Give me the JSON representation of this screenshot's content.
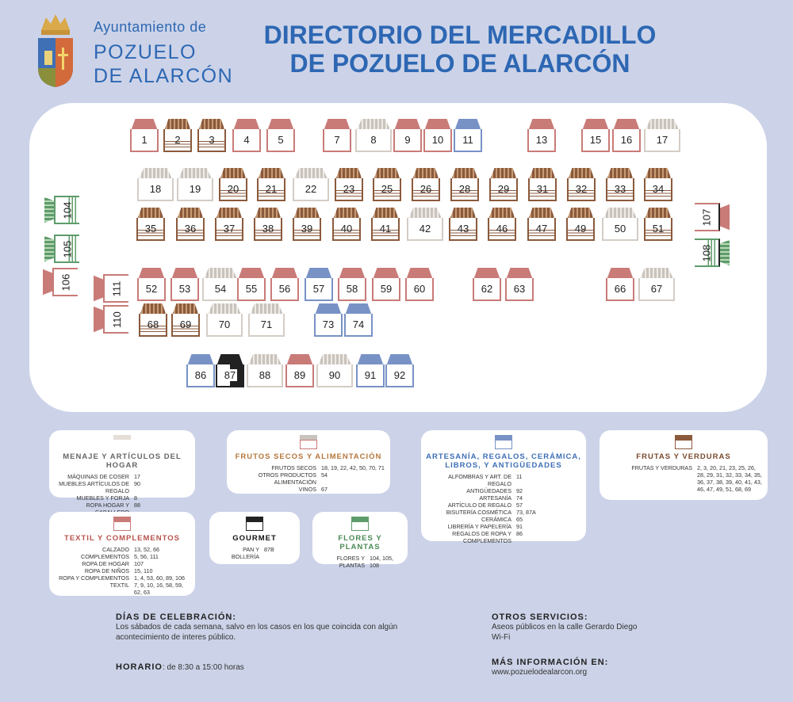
{
  "header": {
    "logo": {
      "line1": "Ayuntamiento de",
      "line2": "POZUELO",
      "line3": "DE ALARCÓN"
    },
    "title_line1": "DIRECTORIO DEL MERCADILLO",
    "title_line2": "DE POZUELO DE ALARCÓN"
  },
  "colors": {
    "red": "#c97b78",
    "blue": "#7892c6",
    "brown": "#8b5a3c",
    "grey": "#c9c3bd",
    "green": "#5e9c6b",
    "black": "#222222",
    "title": "#2d67b3"
  },
  "stalls": [
    {
      "n": "1",
      "c": "red"
    },
    {
      "n": "2",
      "c": "brown"
    },
    {
      "n": "3",
      "c": "brown"
    },
    {
      "n": "4",
      "c": "red"
    },
    {
      "n": "5",
      "c": "red"
    },
    {
      "n": "7",
      "c": "red"
    },
    {
      "n": "8",
      "c": "grey"
    },
    {
      "n": "9",
      "c": "red"
    },
    {
      "n": "10",
      "c": "red"
    },
    {
      "n": "11",
      "c": "blue"
    },
    {
      "n": "13",
      "c": "red"
    },
    {
      "n": "15",
      "c": "red"
    },
    {
      "n": "16",
      "c": "red"
    },
    {
      "n": "17",
      "c": "grey"
    },
    {
      "n": "18",
      "c": "grey"
    },
    {
      "n": "19",
      "c": "grey"
    },
    {
      "n": "20",
      "c": "brown"
    },
    {
      "n": "21",
      "c": "brown"
    },
    {
      "n": "22",
      "c": "grey"
    },
    {
      "n": "23",
      "c": "brown"
    },
    {
      "n": "25",
      "c": "brown"
    },
    {
      "n": "26",
      "c": "brown"
    },
    {
      "n": "28",
      "c": "brown"
    },
    {
      "n": "29",
      "c": "brown"
    },
    {
      "n": "31",
      "c": "brown"
    },
    {
      "n": "32",
      "c": "brown"
    },
    {
      "n": "33",
      "c": "brown"
    },
    {
      "n": "34",
      "c": "brown"
    },
    {
      "n": "35",
      "c": "brown"
    },
    {
      "n": "36",
      "c": "brown"
    },
    {
      "n": "37",
      "c": "brown"
    },
    {
      "n": "38",
      "c": "brown"
    },
    {
      "n": "39",
      "c": "brown"
    },
    {
      "n": "40",
      "c": "brown"
    },
    {
      "n": "41",
      "c": "brown"
    },
    {
      "n": "42",
      "c": "grey"
    },
    {
      "n": "43",
      "c": "brown"
    },
    {
      "n": "46",
      "c": "brown"
    },
    {
      "n": "47",
      "c": "brown"
    },
    {
      "n": "49",
      "c": "brown"
    },
    {
      "n": "50",
      "c": "grey"
    },
    {
      "n": "51",
      "c": "brown"
    },
    {
      "n": "52",
      "c": "red"
    },
    {
      "n": "53",
      "c": "red"
    },
    {
      "n": "54",
      "c": "grey"
    },
    {
      "n": "55",
      "c": "red"
    },
    {
      "n": "56",
      "c": "red"
    },
    {
      "n": "57",
      "c": "blue"
    },
    {
      "n": "58",
      "c": "red"
    },
    {
      "n": "59",
      "c": "red"
    },
    {
      "n": "60",
      "c": "red"
    },
    {
      "n": "62",
      "c": "red"
    },
    {
      "n": "63",
      "c": "red"
    },
    {
      "n": "66",
      "c": "red"
    },
    {
      "n": "67",
      "c": "grey"
    },
    {
      "n": "68",
      "c": "brown"
    },
    {
      "n": "69",
      "c": "brown"
    },
    {
      "n": "70",
      "c": "grey"
    },
    {
      "n": "71",
      "c": "grey"
    },
    {
      "n": "73",
      "c": "blue"
    },
    {
      "n": "74",
      "c": "blue"
    },
    {
      "n": "86",
      "c": "blue"
    },
    {
      "n": "87",
      "c": "black"
    },
    {
      "n": "88",
      "c": "grey"
    },
    {
      "n": "89",
      "c": "red"
    },
    {
      "n": "90",
      "c": "grey"
    },
    {
      "n": "91",
      "c": "blue"
    },
    {
      "n": "92",
      "c": "blue"
    }
  ],
  "side_stalls": [
    {
      "n": "104",
      "c": "green"
    },
    {
      "n": "105",
      "c": "green"
    },
    {
      "n": "106",
      "c": "red"
    },
    {
      "n": "111",
      "c": "red"
    },
    {
      "n": "110",
      "c": "red"
    },
    {
      "n": "107",
      "c": "red"
    },
    {
      "n": "108",
      "c": "green"
    }
  ],
  "legend": {
    "menaje": {
      "title": "MENAJE Y ARTÍCULOS DEL HOGAR",
      "rows": [
        [
          "MÁQUINAS DE COSER",
          "17"
        ],
        [
          "MUEBLES ARTÍCULOS DE REGALO",
          "90"
        ],
        [
          "MUEBLES Y FORJA",
          "8"
        ],
        [
          "ROPA HOGAR Y CABALLERO",
          "88"
        ]
      ]
    },
    "frutos": {
      "title": "FRUTOS SECOS Y ALIMENTACIÓN",
      "rows": [
        [
          "FRUTOS SECOS",
          "18, 19, 22, 42, 50, 70, 71"
        ],
        [
          "OTROS PRODUCTOS ALIMENTACIÓN",
          "54"
        ],
        [
          "VINOS",
          "67"
        ]
      ]
    },
    "artesania": {
      "title": "ARTESANÍA, REGALOS, CERÁMICA, LIBROS, Y ANTIGÜEDADES",
      "rows": [
        [
          "ALFOMBRAS Y ART. DE REGALO",
          "11"
        ],
        [
          "ANTIGÜEDADES",
          "92"
        ],
        [
          "ARTESANÍA",
          "74"
        ],
        [
          "ARTÍCULO DE REGALO",
          "57"
        ],
        [
          "BISUTERÍA COSMÉTICA",
          "73, 87A"
        ],
        [
          "CERÁMICA",
          "65"
        ],
        [
          "LIBRERÍA Y PAPELERÍA",
          "91"
        ],
        [
          "REGALOS DE ROPA Y COMPLEMENTOS",
          "86"
        ]
      ]
    },
    "frutas": {
      "title": "FRUTAS Y VERDURAS",
      "rows": [
        [
          "FRUTAS Y VERDURAS",
          "2, 3, 20, 21, 23, 25, 26, 28, 29, 31, 32, 33, 34, 35, 36, 37, 38, 39, 40, 41, 43, 46, 47, 49, 51, 68, 69"
        ]
      ]
    },
    "textil": {
      "title": "TEXTIL Y COMPLEMENTOS",
      "rows": [
        [
          "CALZADO",
          "13, 52, 66"
        ],
        [
          "COMPLEMENTOS",
          "5, 56, 111"
        ],
        [
          "ROPA DE HOGAR",
          "107"
        ],
        [
          "ROPA DE NIÑOS",
          "15, 110"
        ],
        [
          "ROPA Y COMPLEMENTOS",
          "1, 4, 53, 60, 89, 106"
        ],
        [
          "TEXTIL",
          "7, 9, 10, 16, 58, 59, 62, 63"
        ]
      ]
    },
    "gourmet": {
      "title": "GOURMET",
      "rows": [
        [
          "PAN Y BOLLERÍA",
          "87B"
        ]
      ]
    },
    "flores": {
      "title": "FLORES Y PLANTAS",
      "rows": [
        [
          "FLORES Y PLANTAS",
          "104, 105, 108"
        ]
      ]
    }
  },
  "footer": {
    "dias_title": "DÍAS DE CELEBRACIÓN:",
    "dias_text": "Los sábados de cada semana, salvo en los casos en los que coincida con algún acontecimiento de interes público.",
    "horario_title": "HORARIO",
    "horario_text": ": de 8:30 a 15:00 horas",
    "otros_title": "OTROS SERVICIOS:",
    "otros_1": "Aseos públicos en la calle Gerardo Diego",
    "otros_2": "Wi-Fi",
    "info_title": "MÁS INFORMACIÓN EN:",
    "info_url": "www.pozuelodealarcon.org"
  }
}
